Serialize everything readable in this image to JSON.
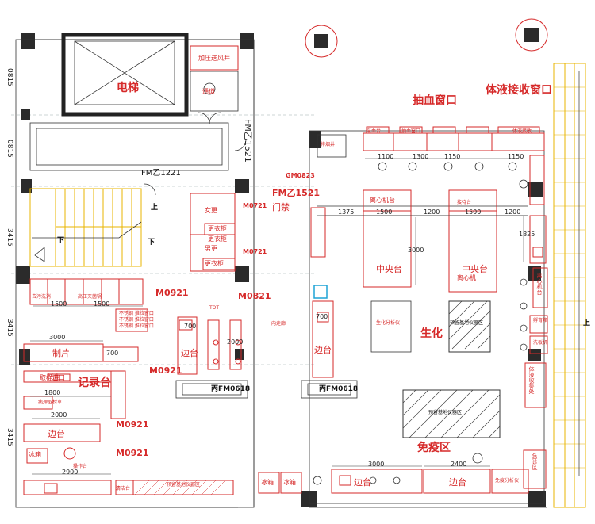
{
  "rooms": {
    "elevator": "电梯",
    "pressurized_shaft": "加压送风井",
    "elevator_hall": "通道",
    "blood_window": "抽血窗口",
    "fluid_window": "体液接收窗口",
    "biochem": "生化",
    "immune": "免疫区",
    "locker_f": "女更",
    "locker_m": "男更",
    "wardrobe_1": "更衣柜",
    "wardrobe_2": "更衣柜",
    "wardrobe_3": "更衣柜",
    "access": "门禁",
    "record_desk": "记录台",
    "slide": "制片",
    "inner_corridor": "内走廊",
    "tray": "托盘",
    "stair_dn": "下",
    "stair_up": "上",
    "stair_up_right": "上",
    "stair_dn_right": "下"
  },
  "labels": {
    "side_bench_1": "边台",
    "side_bench_2": "边台",
    "side_bench_3": "边台",
    "side_bench_4": "边台",
    "side_bench_5": "边台",
    "center_bench_1": "中央台",
    "center_bench_2": "中央台",
    "centrifuge_bench": "离心机台",
    "centrifuge_bench_2": "离心机台",
    "fridge_1": "冰箱",
    "fridge_2": "冰箱",
    "fridge_3": "冰箱",
    "bio_analyzer": "生化分析仪",
    "immune_analyzer": "免疫分析仪",
    "reserved_1": "预留基地仪器区",
    "reserved_2": "预留基地仪器区",
    "reserved_3": "预留基地仪器区",
    "exhaust_shaft": "排烟井",
    "decon": "去污洗消",
    "autoclave": "高压灭菌锅",
    "sample_window": "取样窗口",
    "pathology": "病理取材室",
    "workbench": "操作台",
    "draw_bench": "采血台",
    "draw_window": "抽血窗口",
    "fluid_bench": "体液接收",
    "reception_bench": "接待台",
    "centrifuge_small": "离心机",
    "incubator": "孵育箱",
    "washer": "洗板机",
    "fluid_recv": "体液收集处",
    "stat_zone": "急诊区",
    "clean_desk": "清洁台",
    "tot": "TOT",
    "sink_note_1": "不锈钢 推拉窗口",
    "sink_note_2": "不锈钢 推拉窗口",
    "sink_note_3": "不锈钢 推拉窗口"
  },
  "doors": {
    "fm_top": "FM乙1521",
    "fm_mid": "FM乙1221",
    "fm_access": "FM乙1521",
    "gm": "GM0823",
    "m0721_a": "M0721",
    "m0721_b": "M0721",
    "m0921_a": "M0921",
    "m0921_b": "M0921",
    "m0921_c": "M0921",
    "m0921_d": "M0921",
    "m0821": "M0821",
    "bing_1": "丙FM0618",
    "bing_2": "丙FM0618"
  },
  "dims": {
    "d1375": "1375",
    "d1500a": "1500",
    "d1500b": "1500",
    "d1200a": "1200",
    "d1200b": "1200",
    "d1825": "1825",
    "d3000a": "3000",
    "d3000b": "3000",
    "d3000c": "3000",
    "d2400": "2400",
    "d1800": "1800",
    "d2000a": "2000",
    "d2000b": "2000",
    "d2900": "2900",
    "d700a": "700",
    "d700b": "700",
    "d700c": "700",
    "d1500c": "1500",
    "d1500d": "1500",
    "d1100": "1100",
    "d1150a": "1150",
    "d1150b": "1150",
    "d1300": "1300"
  },
  "axes": {
    "a1": "0815",
    "a2": "0815",
    "a3": "3415",
    "a4": "3415",
    "a5": "3415"
  }
}
